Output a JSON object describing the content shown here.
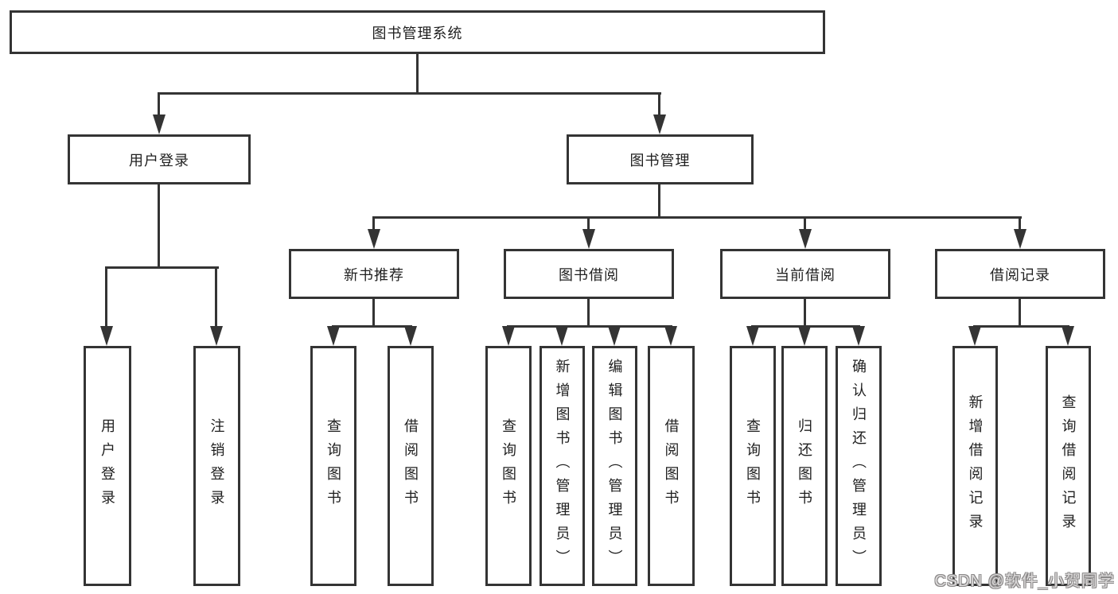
{
  "title": {
    "label": "图书管理系统"
  },
  "level1": {
    "user_login": "用户登录",
    "book_mgmt": "图书管理"
  },
  "level2": {
    "new_books": "新书推荐",
    "book_borrow": "图书借阅",
    "current_borrow": "当前借阅",
    "borrow_records": "借阅记录"
  },
  "leaves": {
    "user_login": [
      "用户登录",
      "注销登录"
    ],
    "new_books": [
      "查询图书",
      "借阅图书"
    ],
    "book_borrow": [
      "查询图书",
      "新增图书（管理员）",
      "编辑图书（管理员）",
      "借阅图书"
    ],
    "current_borrow": [
      "查询图书",
      "归还图书",
      "确认归还（管理员）"
    ],
    "borrow_records": [
      "新增借阅记录",
      "查询借阅记录"
    ]
  },
  "watermark": "CSDN @软件_小贺同学",
  "colors": {
    "line": "#343434",
    "text": "#1f1f1f",
    "background": "#ffffff",
    "watermark_fill": "#dcdada",
    "watermark_outline": "#8a8888"
  }
}
